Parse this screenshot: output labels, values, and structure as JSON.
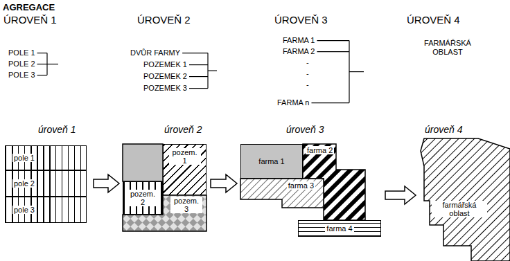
{
  "diagram": {
    "title": "AGREGACE",
    "nodes": [
      {
        "text": [
          "úroveň 1"
        ]
      },
      {
        "text": [
          "pole 1"
        ],
        "in": 0
      },
      {
        "text": [
          "pole 2"
        ],
        "in": 0
      },
      {
        "text": [
          "pole 3"
        ],
        "in": 0
      },
      {
        "text": [
          "úroveň 2"
        ]
      },
      {
        "text": [
          "pozem. 1"
        ],
        "in": 4
      },
      {
        "text": [
          "pozem. 2"
        ],
        "in": 4
      },
      {
        "text": [
          "pozem. 3"
        ],
        "in": 4
      },
      {
        "text": [
          "úroveň 3"
        ]
      },
      {
        "text": [
          "farma 1"
        ],
        "in": 8
      },
      {
        "text": [
          "farma 2"
        ],
        "in": 8
      },
      {
        "text": [
          "farma 3"
        ],
        "in": 8
      },
      {
        "text": [
          "farma 4"
        ],
        "in": 8
      },
      {
        "text": [
          "úroveň 4"
        ]
      },
      {
        "text": [
          "farmářská oblast"
        ],
        "in": 13
      }
    ],
    "edges": [
      {
        "from": 0,
        "to": 4,
        "arrow": "to"
      },
      {
        "from": 4,
        "to": 8,
        "arrow": "to"
      },
      {
        "from": 8,
        "to": 13,
        "arrow": "to"
      }
    ],
    "labels": [
      "ÚROVEŇ 1",
      "POLE 1",
      "POLE 2",
      "POLE 3",
      "ÚROVEŇ 2",
      "DVŮR FARMY",
      "POZEMEK 1",
      "POZEMEK 2",
      "POZEMEK 3",
      "ÚROVEŇ 3",
      "FARMA 1",
      "FARMA 2",
      "-",
      "-",
      "-",
      "FARMA n",
      "ÚROVEŇ 4",
      "FARMÁŘSKÁ OBLAST"
    ]
  }
}
